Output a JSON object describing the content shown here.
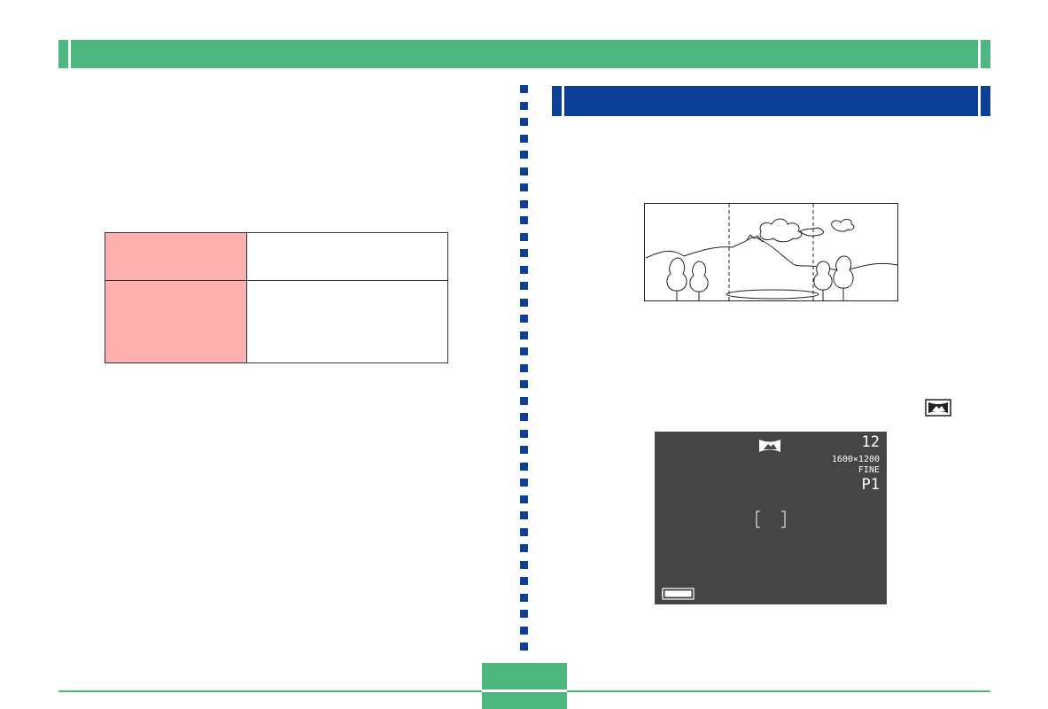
{
  "lcd": {
    "shots_remaining": "12",
    "image_size": "1600×1200",
    "quality": "FINE",
    "mode": "P1"
  },
  "icons": {
    "panorama_mode": "panorama-mode-icon",
    "battery": "battery-icon",
    "focus_frame": "focus-frame-icon"
  },
  "colors": {
    "banner_green": "#4db77f",
    "section_blue": "#0c3f97",
    "table_pink": "#ffb1b1",
    "lcd_gray": "#454545"
  }
}
